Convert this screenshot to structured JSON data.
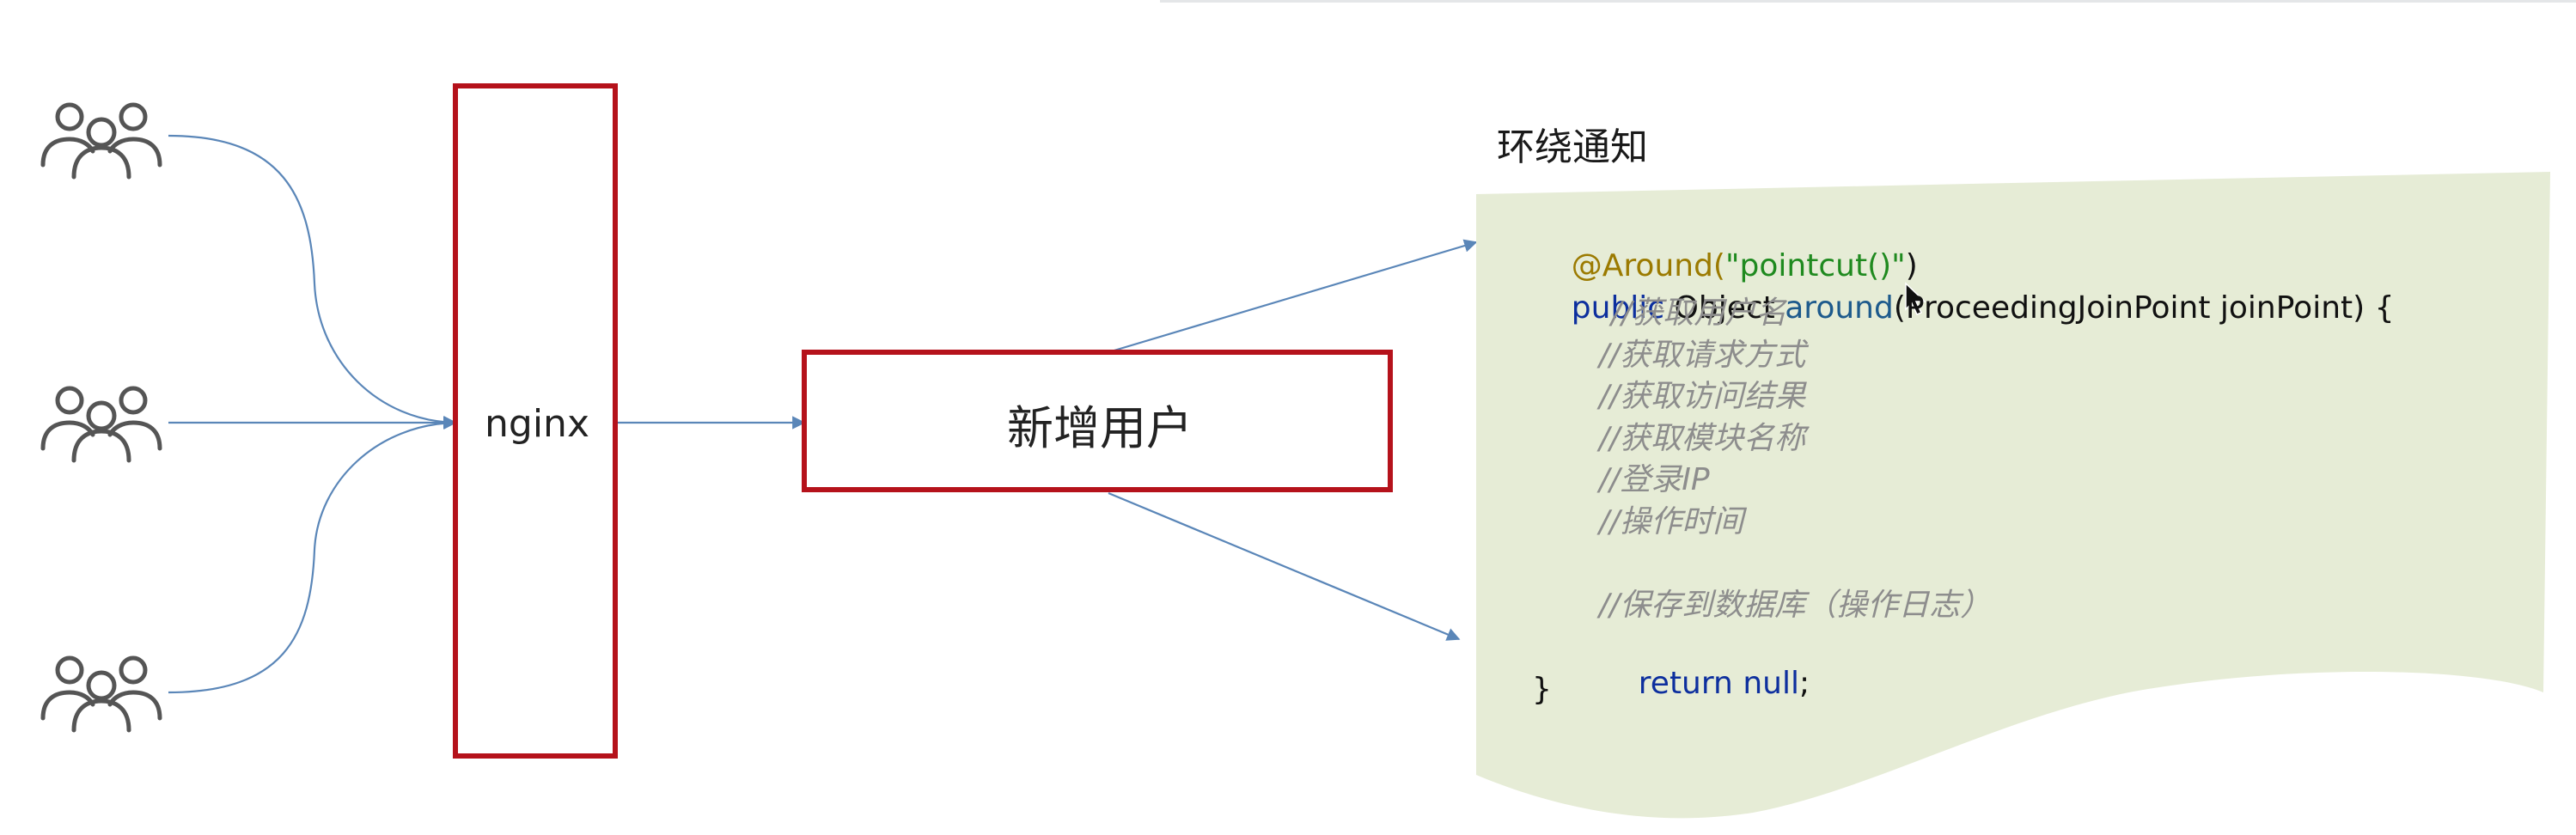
{
  "diagram": {
    "nodes": {
      "nginx": "nginx",
      "process": "新增用户"
    },
    "card": {
      "title": "环绕通知",
      "code": {
        "line1": {
          "annotation": "@Around(",
          "string": "\"pointcut()\"",
          "close": ")"
        },
        "line2": {
          "kw": "public",
          "type": " Object ",
          "method": "around",
          "params": "(ProceedingJoinPoint joinPoint) {"
        },
        "comments": [
          "//获取用户名",
          "//获取请求方式",
          "//获取访问结果",
          "//获取模块名称",
          "//登录IP",
          "//操作时间"
        ],
        "save_comment": "//保存到数据库（操作日志）",
        "return_kw": "return",
        "return_value": "null",
        "return_end": ";",
        "closing": "}"
      }
    }
  },
  "colors": {
    "box_border": "#b5121b",
    "arrow": "#5a86b8",
    "card_fill": "#e6ecd6",
    "icon": "#555555"
  }
}
